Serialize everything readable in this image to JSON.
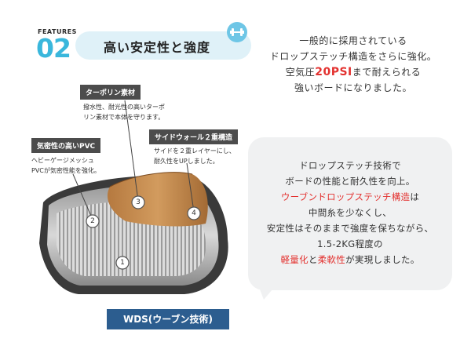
{
  "header": {
    "features_label": "FEATURES",
    "feature_number": "02",
    "title": "高い安定性と強度"
  },
  "icons": {
    "badge": "dumbbell-icon"
  },
  "intro": {
    "line1": "一般的に採用されている",
    "line2": "ドロップステッチ構造をさらに強化。",
    "line3_prefix": "空気圧",
    "line3_highlight": "20PSI",
    "line3_suffix": "まで耐えられる",
    "line4": "強いボードになりました。"
  },
  "callouts": {
    "tarpaulin": {
      "title": "ターポリン素材",
      "desc1": "撥水性、耐光性の高いターポ",
      "desc2": "リン素材で本体を守ります。"
    },
    "pvc": {
      "title": "気密性の高いPVC",
      "desc1": "ヘビーゲージメッシュ",
      "desc2": "PVCが気密性能を強化。"
    },
    "sidewall": {
      "title": "サイドウォール２重構造",
      "desc1": "サイドを２重レイヤーにし、",
      "desc2": "耐久性をUPしました。"
    }
  },
  "markers": [
    "1",
    "2",
    "3",
    "4"
  ],
  "bubble": {
    "line1": "ドロップステッチ技術で",
    "line2": "ボードの性能と耐久性を向上。",
    "line3_red": "ウーブンドロップステッチ構造",
    "line3_suffix": "は",
    "line4": "中間糸を少なくし、",
    "line5": "安定性はそのままで強度を保ちながら、",
    "line6": "1.5-2KG程度の",
    "line7_red1": "軽量化",
    "line7_mid": "と",
    "line7_red2": "柔軟性",
    "line7_suffix": "が実現しました。"
  },
  "wds_label": "WDS(ウーブン技術)",
  "colors": {
    "accent_blue": "#3ab7dc",
    "pill_bg": "#dff1f8",
    "highlight_red": "#e3312f",
    "callout_dark": "#4c4c4c",
    "wds_navy": "#2c5d8f",
    "bubble_gray": "#f0f1f2"
  }
}
